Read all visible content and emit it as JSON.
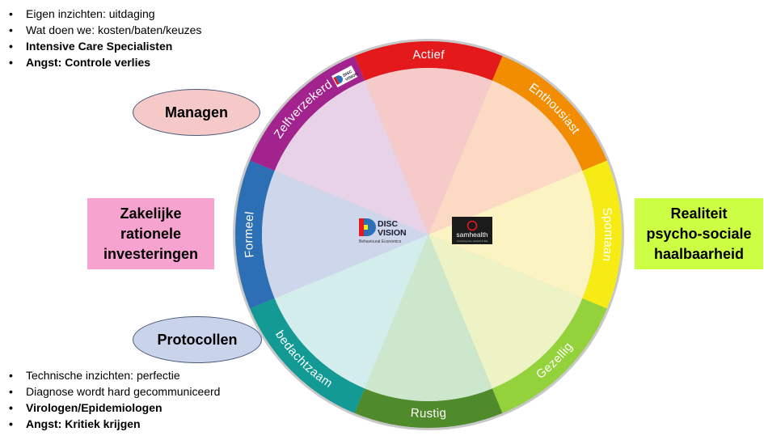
{
  "top_bullets": [
    {
      "text": "Eigen inzichten: uitdaging",
      "bold": false
    },
    {
      "text": "Wat doen we: kosten/baten/keuzes",
      "bold": false
    },
    {
      "text": "Intensive Care Specialisten",
      "bold": true
    },
    {
      "text": "Angst: Controle verlies",
      "bold": true
    }
  ],
  "bottom_bullets": [
    {
      "text": "Technische inzichten: perfectie",
      "bold": false
    },
    {
      "text": "Diagnose wordt hard gecommuniceerd",
      "bold": false
    },
    {
      "text": "Virologen/Epidemiologen",
      "bold": true
    },
    {
      "text": "Angst: Kritiek krijgen",
      "bold": true
    }
  ],
  "ovals": {
    "managen": "Managen",
    "protocollen": "Protocollen"
  },
  "boxes": {
    "zakelijk": "Zakelijke\nrationele\ninvesteringen",
    "realiteit": "Realiteit\npsycho-sociale\nhaalbaarheid"
  },
  "wheel": {
    "segments": [
      {
        "key": "enthousiast",
        "label": "Enthousiast",
        "ring_color": "#f28c00",
        "fill_color": "#fbd9c2"
      },
      {
        "key": "spontaan",
        "label": "Spontaan",
        "ring_color": "#f6eb14",
        "fill_color": "#fcf3c2"
      },
      {
        "key": "gezellig",
        "label": "Gezellig",
        "ring_color": "#93d23a",
        "fill_color": "#eef3c6"
      },
      {
        "key": "rustig",
        "label": "Rustig",
        "ring_color": "#4f8a2b",
        "fill_color": "#cce7cb"
      },
      {
        "key": "bedachtzaam",
        "label": "bedachtzaam",
        "ring_color": "#139a94",
        "fill_color": "#d3ecec"
      },
      {
        "key": "formeel",
        "label": "Formeel",
        "ring_color": "#2c6fb5",
        "fill_color": "#cdd6ea"
      },
      {
        "key": "zelfverzekerd",
        "label": "Zelfverzekerd",
        "ring_color": "#a3238e",
        "fill_color": "#e7d2e7"
      },
      {
        "key": "actief",
        "label": "Actief",
        "ring_color": "#e3191c",
        "fill_color": "#f7caca"
      }
    ]
  },
  "logos": {
    "disc_vision": {
      "line1": "DISC",
      "line2": "VISION",
      "tagline": "Behavioural Economics",
      "color_dark": "#1a1a2e"
    },
    "samhealth": {
      "name": "samhealth",
      "tagline": "connecting care, research & data",
      "bg": "#1b1b1b"
    },
    "disc_small": {
      "line1": "DISC",
      "line2": "VISION"
    }
  }
}
